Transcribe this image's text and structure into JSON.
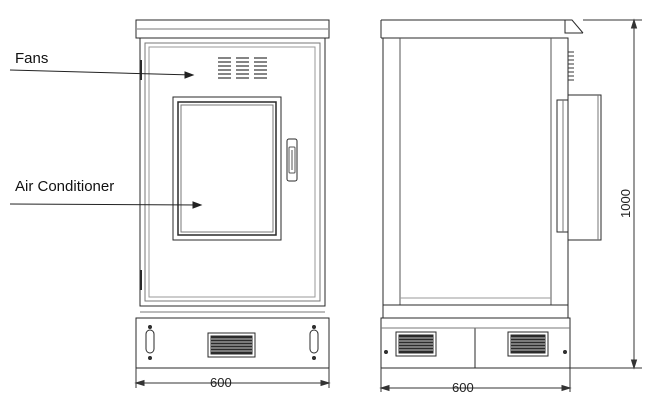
{
  "labels": {
    "fans": "Fans",
    "air_conditioner": "Air Conditioner"
  },
  "dimensions": {
    "front_width": "600",
    "side_width": "600",
    "height": "1000"
  },
  "colors": {
    "line": "#2a2a2a",
    "light_line": "#777777"
  }
}
